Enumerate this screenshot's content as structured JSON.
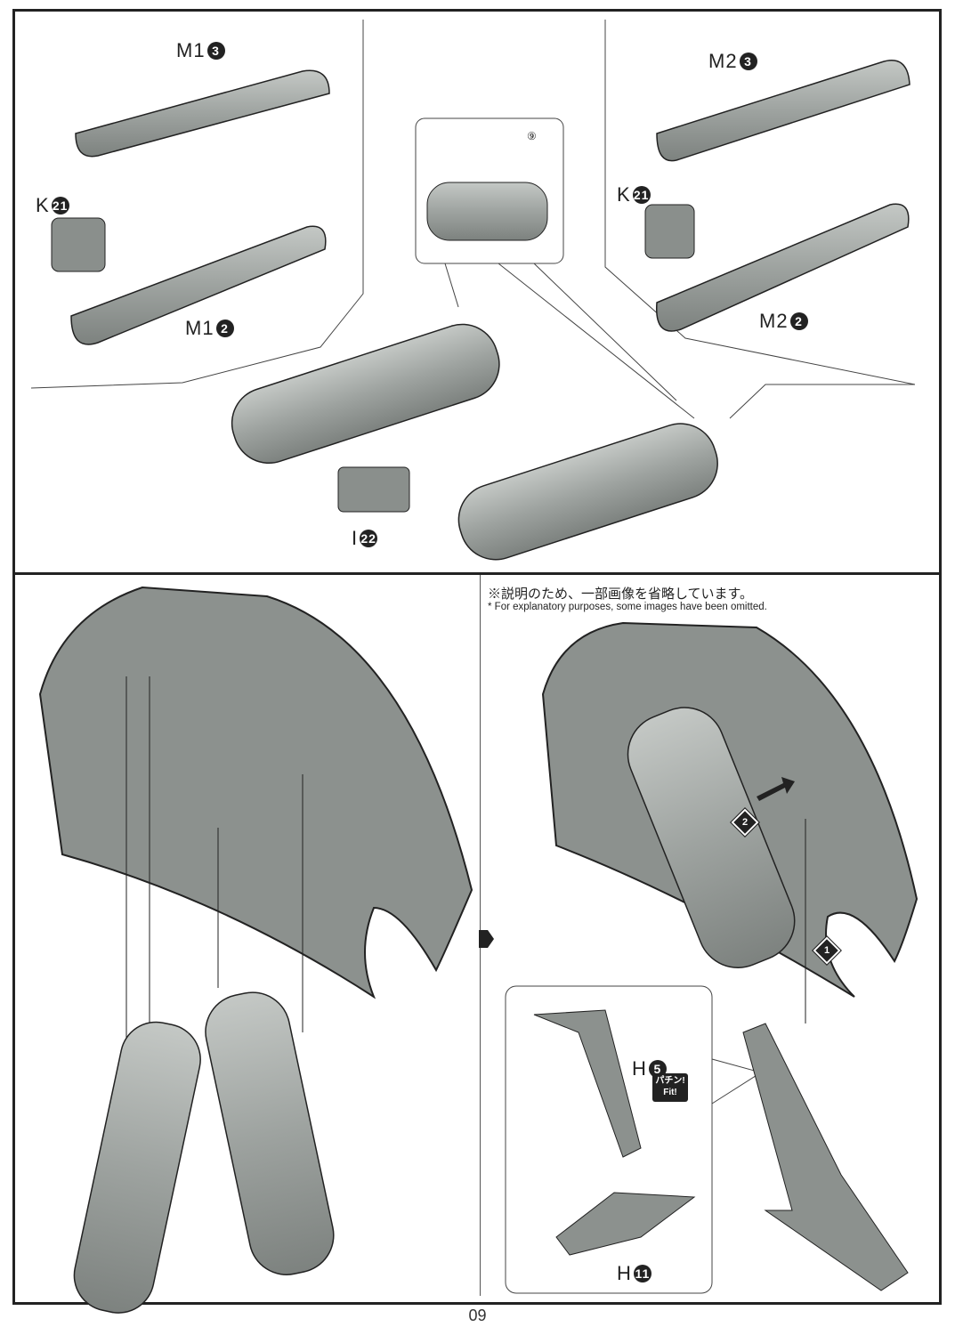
{
  "top_panel": {
    "labels": {
      "m1_3": {
        "letter": "M1",
        "num": "3"
      },
      "k21_left": {
        "letter": "K",
        "num": "21"
      },
      "m1_2": {
        "letter": "M1",
        "num": "2"
      },
      "m2_3": {
        "letter": "M2",
        "num": "3"
      },
      "k21_right": {
        "letter": "K",
        "num": "21"
      },
      "m2_2": {
        "letter": "M2",
        "num": "2"
      },
      "i22": {
        "letter": "I",
        "num": "22"
      },
      "sticker": "⑨"
    }
  },
  "bottom_right": {
    "note_jp": "※説明のため、一部画像を省略しています。",
    "note_en": "* For explanatory purposes, some images have been omitted.",
    "step1": "1",
    "step2": "2",
    "h5": {
      "letter": "H",
      "num": "5"
    },
    "h11": {
      "letter": "H",
      "num": "11"
    },
    "fit_jp": "パチン!",
    "fit_en": "Fit!"
  },
  "page_number": "09",
  "colors": {
    "part_gray": "#9ea3a0",
    "line": "#222222"
  }
}
